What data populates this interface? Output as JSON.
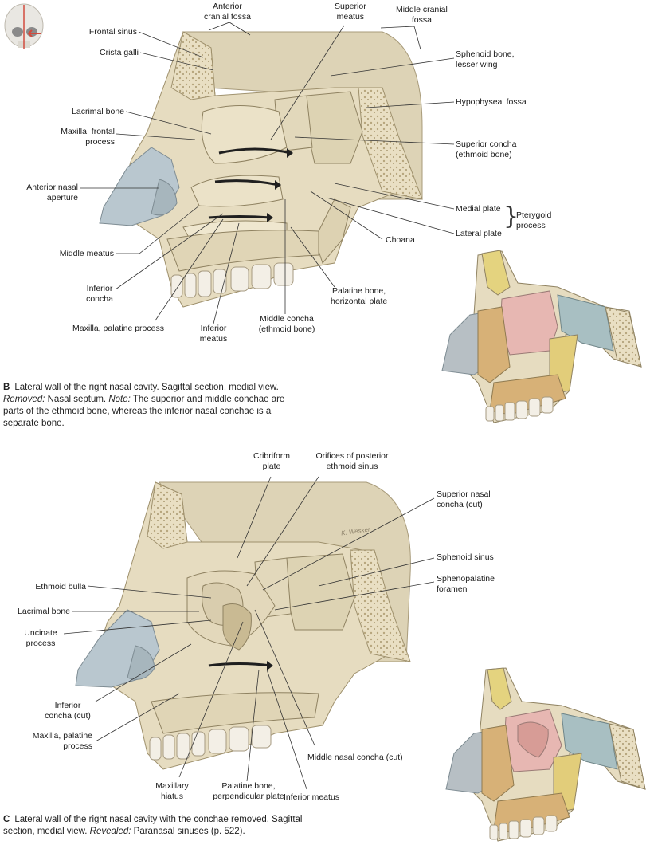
{
  "figure_b": {
    "labels": {
      "anterior_cranial_fossa": [
        "Anterior",
        "cranial fossa"
      ],
      "superior_meatus": [
        "Superior",
        "meatus"
      ],
      "middle_cranial_fossa": [
        "Middle cranial",
        "fossa"
      ],
      "frontal_sinus": "Frontal sinus",
      "crista_galli": "Crista galli",
      "sphenoid_lesser_wing": [
        "Sphenoid bone,",
        "lesser wing"
      ],
      "hypophyseal_fossa": "Hypophyseal fossa",
      "lacrimal_bone": "Lacrimal bone",
      "maxilla_frontal_process": [
        "Maxilla, frontal",
        "process"
      ],
      "superior_concha": [
        "Superior concha",
        "(ethmoid bone)"
      ],
      "anterior_nasal_aperture": [
        "Anterior nasal",
        "aperture"
      ],
      "medial_plate": "Medial plate",
      "lateral_plate": "Lateral plate",
      "pterygoid_process": [
        "Pterygoid",
        "process"
      ],
      "choana": "Choana",
      "middle_meatus": "Middle meatus",
      "inferior_concha": [
        "Inferior",
        "concha"
      ],
      "palatine_horizontal": [
        "Palatine bone,",
        "horizontal plate"
      ],
      "maxilla_palatine": "Maxilla, palatine process",
      "inferior_meatus": [
        "Inferior",
        "meatus"
      ],
      "middle_concha": [
        "Middle concha",
        "(ethmoid bone)"
      ]
    },
    "caption": {
      "letter": "B",
      "line1": "Lateral wall of the right nasal cavity. Sagittal section, medial view.",
      "removed_label": "Removed:",
      "removed_text": " Nasal septum. ",
      "note_label": "Note:",
      "note_text": " The superior and middle conchae are",
      "line3": "parts of the ethmoid bone, whereas the inferior nasal conchae is a",
      "line4": "separate bone."
    }
  },
  "figure_c": {
    "labels": {
      "cribriform_plate": [
        "Cribriform",
        "plate"
      ],
      "orifices_posterior_ethmoid": [
        "Orifices of posterior",
        "ethmoid sinus"
      ],
      "superior_nasal_concha_cut": [
        "Superior nasal",
        "concha (cut)"
      ],
      "sphenoid_sinus": "Sphenoid sinus",
      "sphenopalatine_foramen": [
        "Sphenopalatine",
        "foramen"
      ],
      "ethmoid_bulla": "Ethmoid bulla",
      "lacrimal_bone": "Lacrimal bone",
      "uncinate_process": [
        "Uncinate",
        "process"
      ],
      "inferior_concha_cut": [
        "Inferior",
        "concha (cut)"
      ],
      "maxilla_palatine": [
        "Maxilla, palatine",
        "process"
      ],
      "middle_nasal_concha_cut": "Middle nasal concha (cut)",
      "maxillary_hiatus": [
        "Maxillary",
        "hiatus"
      ],
      "palatine_perpendicular": [
        "Palatine bone,",
        "perpendicular plate"
      ],
      "inferior_meatus": "Inferior meatus",
      "signature": "K. Wesker"
    },
    "caption": {
      "letter": "C",
      "line1": "Lateral wall of the right nasal cavity with the conchae removed. Sagittal",
      "line2_pre": "section, medial view. ",
      "revealed_label": "Revealed:",
      "revealed_text": " Paranasal sinuses (p. 522)."
    }
  },
  "colors": {
    "bone": "#e6dcc0",
    "bone_dark": "#c9b98f",
    "cartilage": "#b9c7cf",
    "sinus_blue": "#a8bfc2",
    "ethmoid_pink": "#e7b7b2",
    "palatine_yellow": "#e2cd7a",
    "maxilla_tan": "#d7b177",
    "nasal_gray": "#b7bfc4",
    "teeth": "#f3efe6",
    "label_line": "#333333"
  }
}
